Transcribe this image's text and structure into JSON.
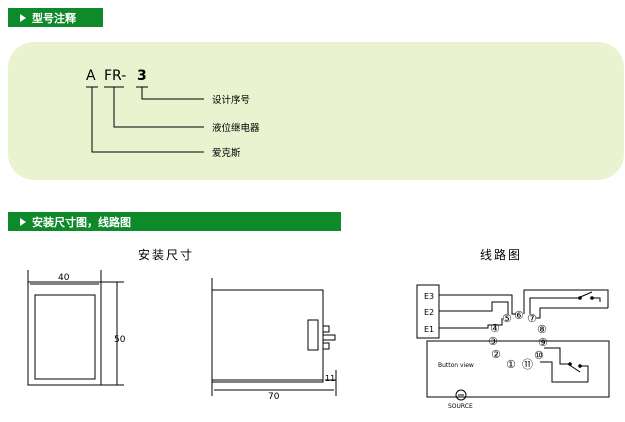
{
  "sections": {
    "model_title": "型号注释",
    "install_title": "安装尺寸图，线路图"
  },
  "model": {
    "code_a": "A",
    "code_fr": "FR-",
    "code_3": "3",
    "label_design": "设计序号",
    "label_relay": "液位继电器",
    "label_brand": "爱克斯"
  },
  "dimensions": {
    "heading": "安装尺寸",
    "width": "40",
    "height": "50",
    "depth": "70",
    "small": "11"
  },
  "wiring": {
    "heading": "线路图",
    "e3": "E3",
    "e2": "E2",
    "e1": "E1",
    "bottom_view": "Button view",
    "source": "SOURCE",
    "pins": [
      "①",
      "②",
      "③",
      "④",
      "⑤",
      "⑥",
      "⑦",
      "⑧",
      "⑨",
      "⑩",
      "⑪"
    ]
  },
  "colors": {
    "section_bar": "#0e8a2a",
    "panel": "#e9f3cf"
  }
}
